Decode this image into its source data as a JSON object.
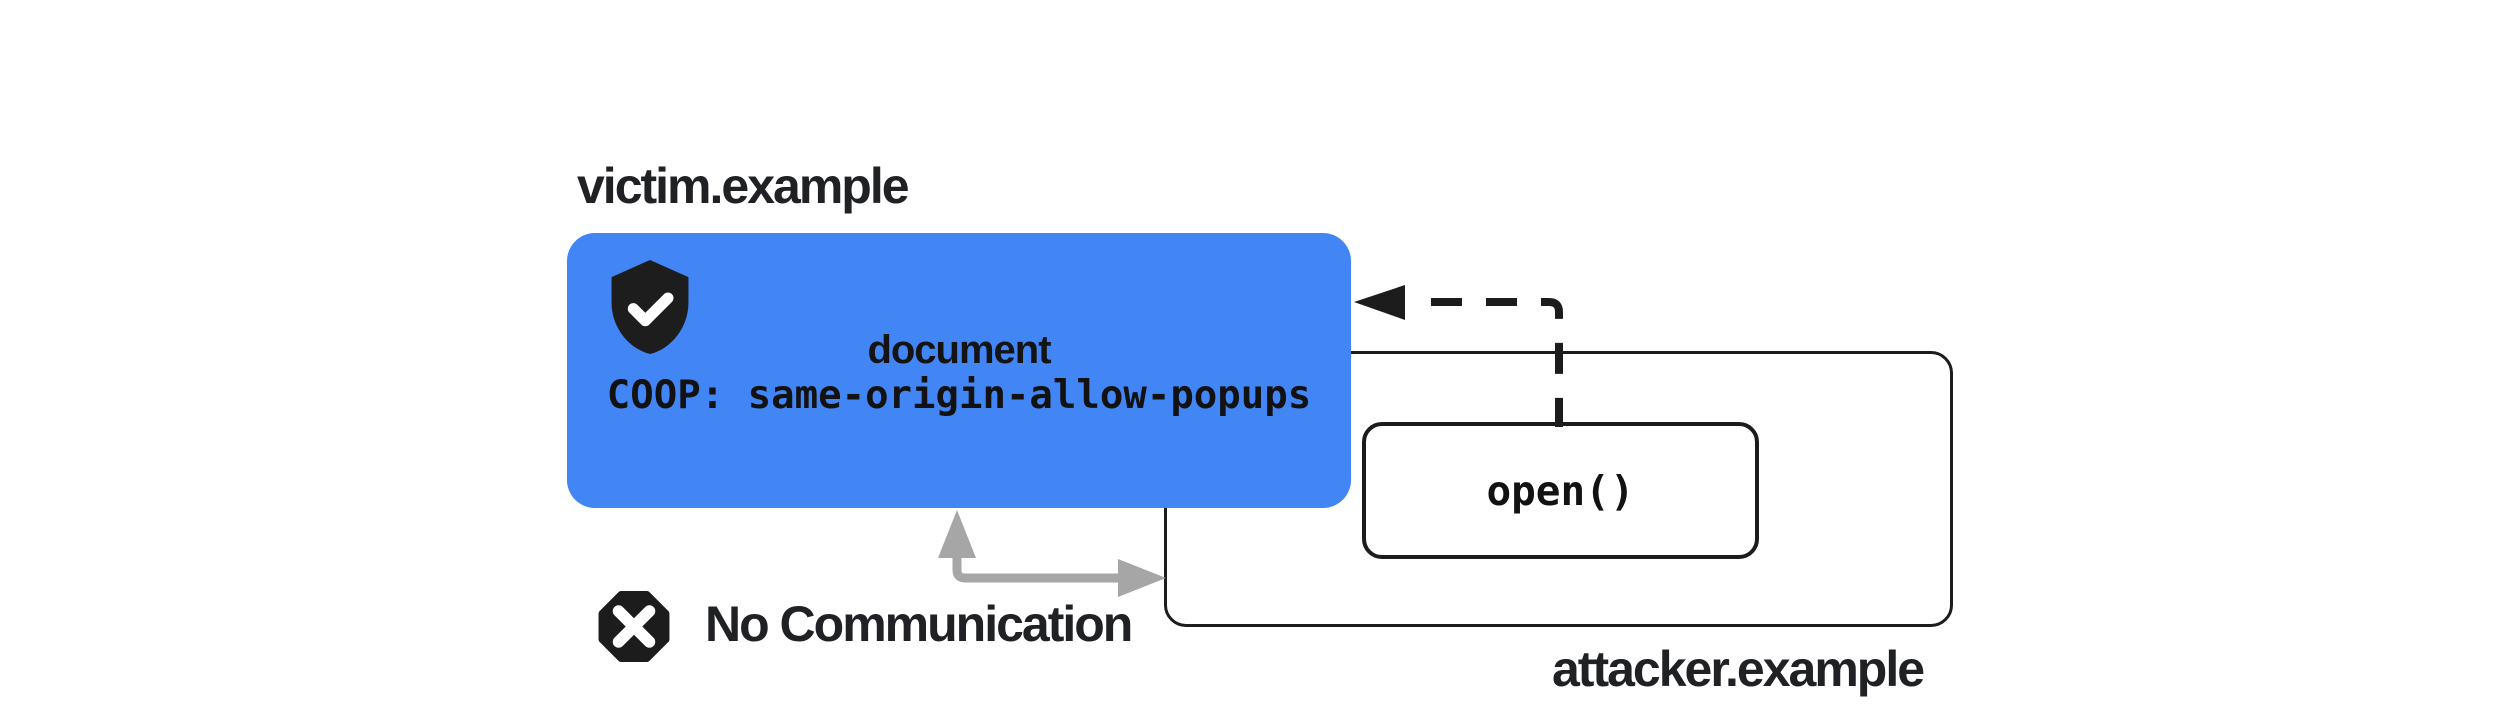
{
  "diagram": {
    "title_context": "COOP same-origin-allow-popups blocks communication between opener and victim document",
    "victim": {
      "label": "victim.example",
      "doc_line": "document",
      "coop_line": "COOP: same-origin-allow-popups",
      "shield_icon": "shield-check-icon",
      "box_color": "#4285F4"
    },
    "attacker": {
      "label": "attacker.example",
      "open_call": "open()"
    },
    "annotations": {
      "no_communication": "No Communication",
      "blocked_icon": "x-octagon-icon",
      "popup_open_arrow": "dashed-black-arrow-left",
      "blocked_channel_arrow": "gray-elbow-double-arrow"
    },
    "colors": {
      "victim_box": "#4285F4",
      "ink": "#1c1c1c",
      "label_text": "#202124",
      "blocked_arrow_gray": "#a6a6a6",
      "background": "#ffffff"
    }
  }
}
